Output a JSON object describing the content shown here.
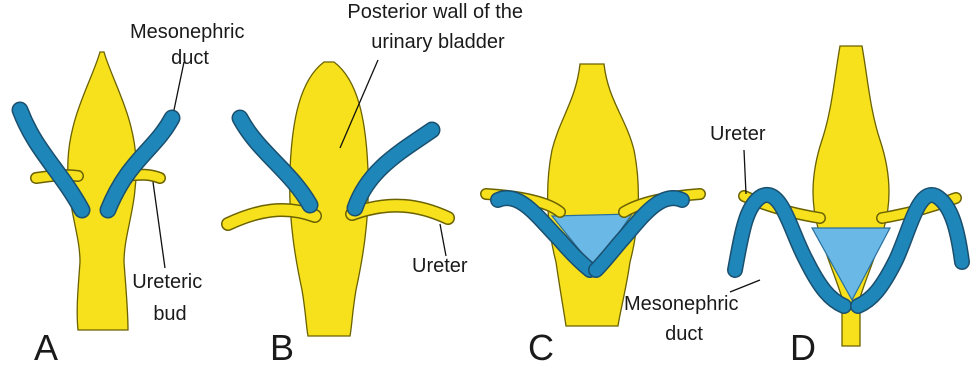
{
  "colors": {
    "bladder": "#f6e11c",
    "duct": "#1e86b8",
    "trigone": "#6ab8e6",
    "outline": "#1b4f6e"
  },
  "labels": {
    "mesonephric_duct_a": "Mesonephric duct",
    "posterior_wall": "Posterior wall of the urinary bladder",
    "ureteric_bud": "Ureteric bud",
    "ureter_b": "Ureter",
    "ureter_d": "Ureter",
    "mesonephric_duct_d": "Mesonephric duct"
  },
  "panels": [
    "A",
    "B",
    "C",
    "D"
  ]
}
